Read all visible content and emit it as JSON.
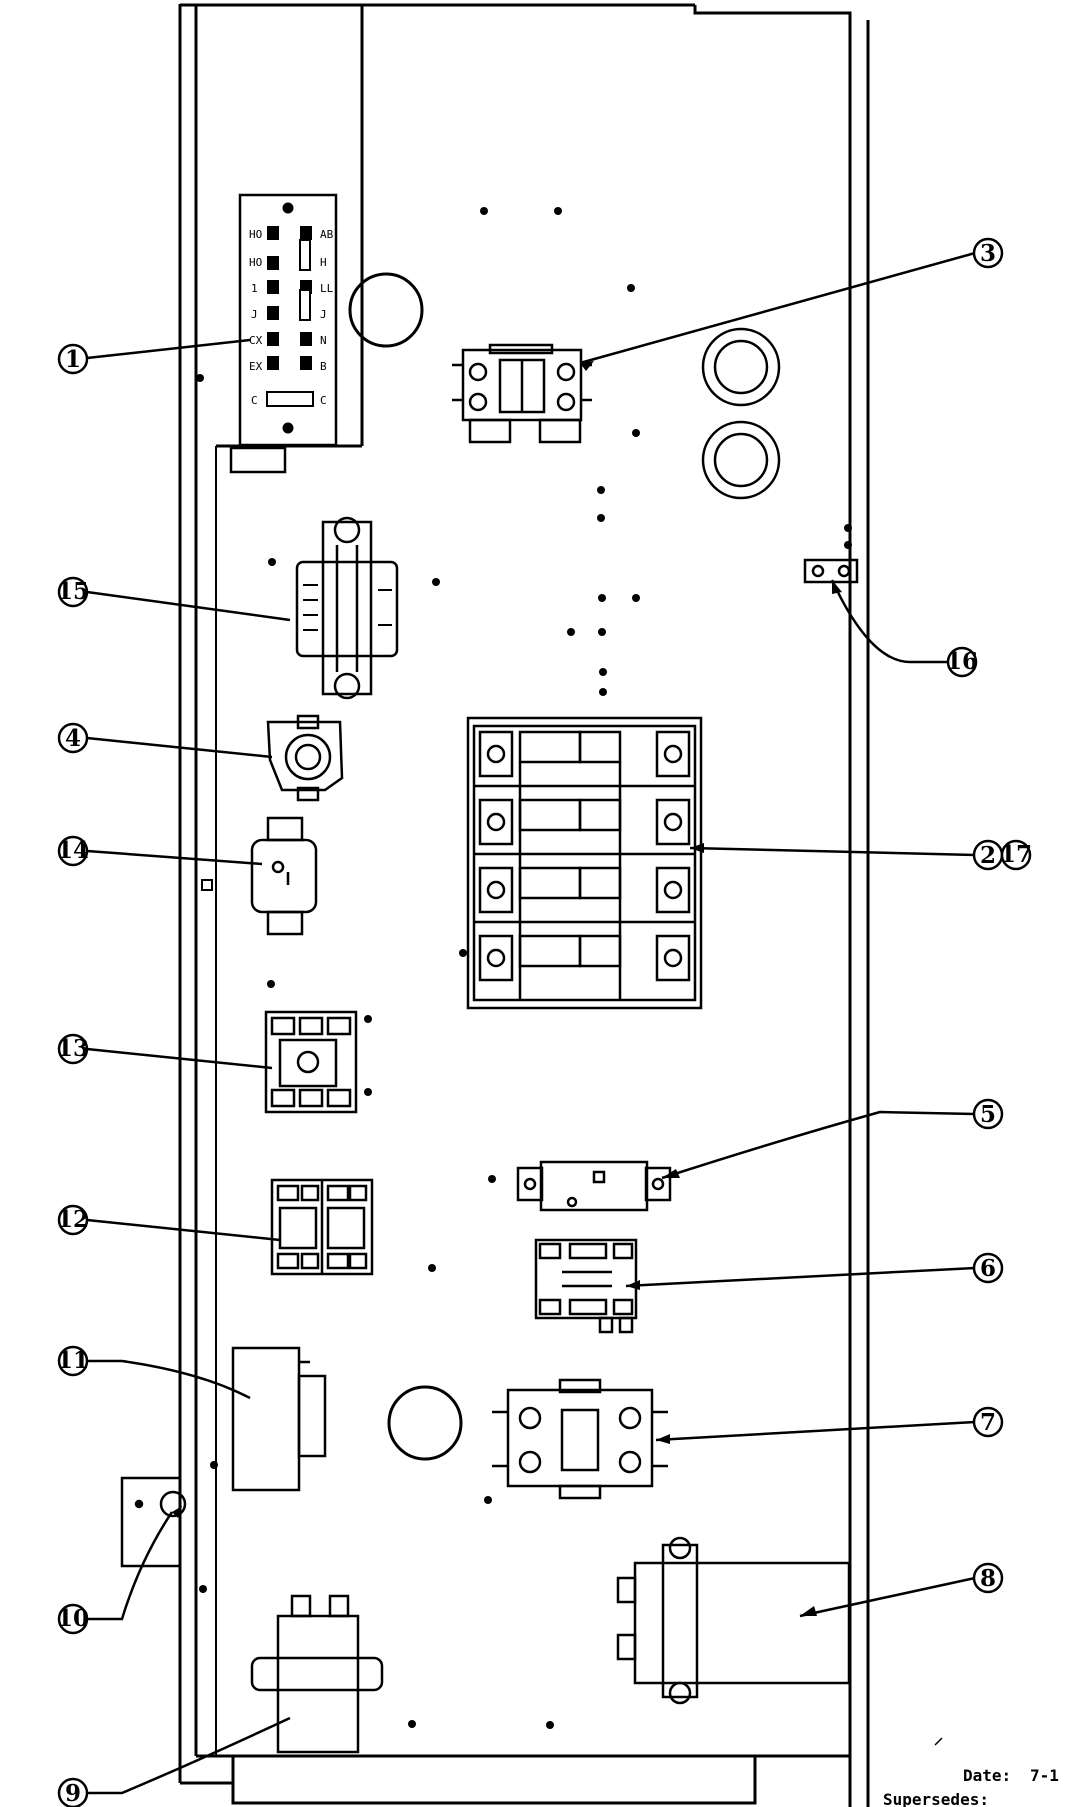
{
  "callouts": [
    {
      "id": "c1",
      "label": "1"
    },
    {
      "id": "c2",
      "label": "2"
    },
    {
      "id": "c17",
      "label": "17"
    },
    {
      "id": "c3",
      "label": "3"
    },
    {
      "id": "c4",
      "label": "4"
    },
    {
      "id": "c5",
      "label": "5"
    },
    {
      "id": "c6",
      "label": "6"
    },
    {
      "id": "c7",
      "label": "7"
    },
    {
      "id": "c8",
      "label": "8"
    },
    {
      "id": "c9",
      "label": "9"
    },
    {
      "id": "c10",
      "label": "10"
    },
    {
      "id": "c11",
      "label": "11"
    },
    {
      "id": "c12",
      "label": "12"
    },
    {
      "id": "c13",
      "label": "13"
    },
    {
      "id": "c14",
      "label": "14"
    },
    {
      "id": "c15",
      "label": "15"
    },
    {
      "id": "c16",
      "label": "16"
    }
  ],
  "footer": {
    "date_label": "Date:",
    "date_value": "7-1",
    "supersedes_label": "Supersedes:"
  }
}
